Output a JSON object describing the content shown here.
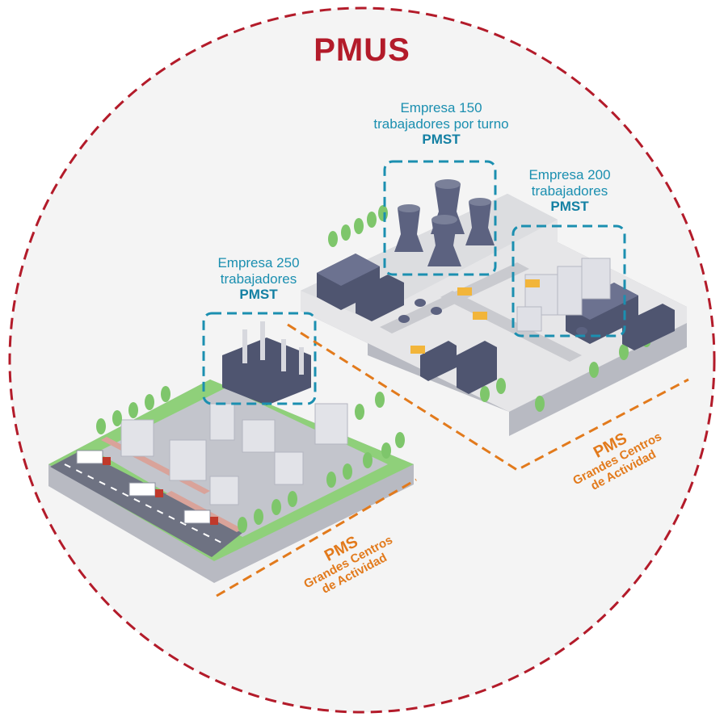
{
  "title": "PMUS",
  "companies": [
    {
      "line1": "Empresa 150",
      "line2": "trabajadores por turno",
      "plan": "PMST"
    },
    {
      "line1": "Empresa 200",
      "line2": "trabajadores",
      "plan": "PMST"
    },
    {
      "line1": "Empresa 250",
      "line2": "trabajadores",
      "plan": "PMST"
    }
  ],
  "zones": [
    {
      "name": "PMS",
      "line1": "Grandes Centros",
      "line2": "de Actividad"
    },
    {
      "name": "PMS",
      "line1": "Grandes Centros",
      "line2": "de Actividad"
    }
  ],
  "colors": {
    "outer_ring": "#b31b2a",
    "company_box": "#1b8fb0",
    "zone_line": "#e27a1c",
    "background": "#f4f4f4"
  }
}
